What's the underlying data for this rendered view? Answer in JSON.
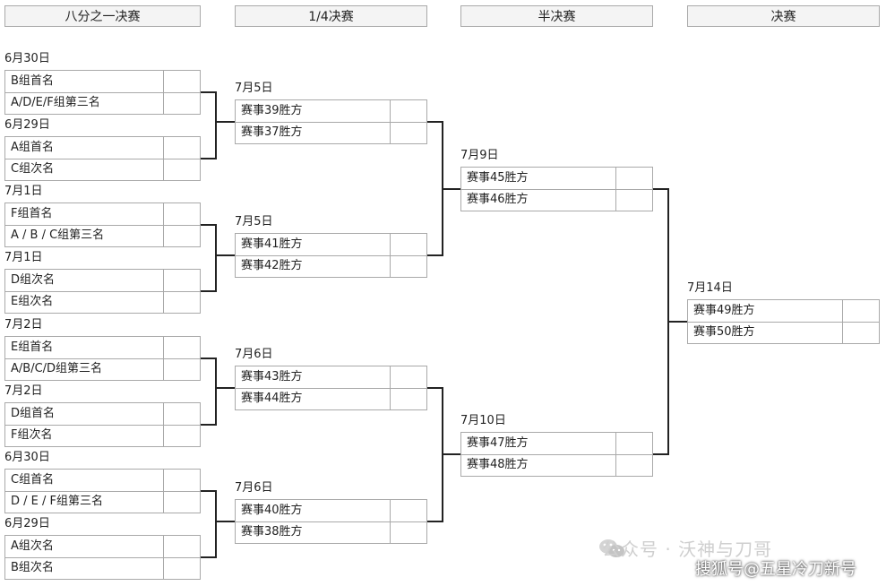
{
  "headers": [
    "八分之一决赛",
    "1/4决赛",
    "半决赛",
    "决赛"
  ],
  "round_of_16": [
    {
      "date": "6月30日",
      "teams": [
        "B组首名",
        "A/D/E/F组第三名"
      ]
    },
    {
      "date": "6月29日",
      "teams": [
        "A组首名",
        "C组次名"
      ]
    },
    {
      "date": "7月1日",
      "teams": [
        "F组首名",
        "A / B / C组第三名"
      ]
    },
    {
      "date": "7月1日",
      "teams": [
        "D组次名",
        "E组次名"
      ]
    },
    {
      "date": "7月2日",
      "teams": [
        "E组首名",
        "A/B/C/D组第三名"
      ]
    },
    {
      "date": "7月2日",
      "teams": [
        "D组首名",
        "F组次名"
      ]
    },
    {
      "date": "6月30日",
      "teams": [
        "C组首名",
        "D / E / F组第三名"
      ]
    },
    {
      "date": "6月29日",
      "teams": [
        "A组次名",
        "B组次名"
      ]
    }
  ],
  "quarter_finals": [
    {
      "date": "7月5日",
      "teams": [
        "赛事39胜方",
        "赛事37胜方"
      ]
    },
    {
      "date": "7月5日",
      "teams": [
        "赛事41胜方",
        "赛事42胜方"
      ]
    },
    {
      "date": "7月6日",
      "teams": [
        "赛事43胜方",
        "赛事44胜方"
      ]
    },
    {
      "date": "7月6日",
      "teams": [
        "赛事40胜方",
        "赛事38胜方"
      ]
    }
  ],
  "semi_finals": [
    {
      "date": "7月9日",
      "teams": [
        "赛事45胜方",
        "赛事46胜方"
      ]
    },
    {
      "date": "7月10日",
      "teams": [
        "赛事47胜方",
        "赛事48胜方"
      ]
    }
  ],
  "final": [
    {
      "date": "7月14日",
      "teams": [
        "赛事49胜方",
        "赛事50胜方"
      ]
    }
  ],
  "watermark": "公众号 · 沃神与刀哥",
  "source": "搜狐号@五星冷刀新号",
  "colors": {
    "line": "#222222",
    "border": "#a9a9a9",
    "header_bg": "#f4f4f4"
  }
}
